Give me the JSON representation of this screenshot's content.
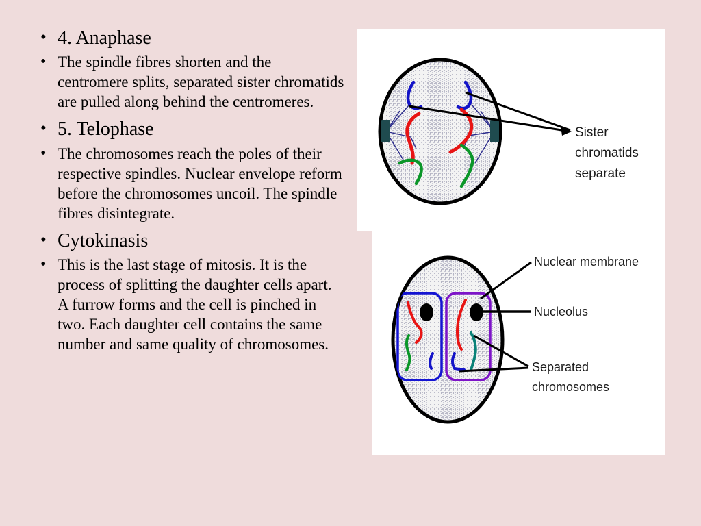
{
  "slide": {
    "background_color": "#efdcdc",
    "panel_background": "#ffffff"
  },
  "text_column": {
    "bullets": [
      {
        "level": "head",
        "text": "4. Anaphase"
      },
      {
        "level": "body",
        "text": "The spindle fibres shorten and the centromere splits, separated sister chromatids are pulled along behind the centromeres."
      },
      {
        "level": "head",
        "text": "5. Telophase"
      },
      {
        "level": "body",
        "text": "The chromosomes reach the poles of their respective spindles. Nuclear envelope reform before the chromosomes uncoil. The spindle fibres disintegrate."
      },
      {
        "level": "head",
        "text": "Cytokinasis"
      },
      {
        "level": "body",
        "text": "This is the last stage of mitosis. It is the process of splitting the daughter cells apart. A furrow forms and the cell is pinched in two. Each daughter cell contains the same number and same quality of chromosomes."
      }
    ],
    "bullet_glyph": "•"
  },
  "diagram_anaphase": {
    "title_hidden": "Anaphase cell diagram",
    "label": "Sister chromatids separate",
    "label_lines": [
      "Sister",
      "chromatids",
      "separate"
    ],
    "colors": {
      "cell_membrane": "#000000",
      "cytoplasm": "#f2f2f2",
      "speckle": "#b9b9c6",
      "centriole": "#1f4b4f",
      "spindle_fibre": "#2a2a8c",
      "chromosome_blue": "#1414c8",
      "chromosome_red": "#e81414",
      "chromosome_green": "#0a9628",
      "arrow": "#000000"
    },
    "parts": [
      "cell membrane",
      "cytoplasm",
      "centriole",
      "spindle fibres",
      "sister chromatids"
    ]
  },
  "diagram_telophase": {
    "title_hidden": "Telophase / cytokinesis cell diagram",
    "labels": [
      {
        "text": "Nuclear membrane",
        "lines": [
          "Nuclear membrane"
        ]
      },
      {
        "text": "Nucleolus",
        "lines": [
          "Nucleolus"
        ]
      },
      {
        "text": "Separated chromosomes",
        "lines": [
          "Separated",
          "chromosomes"
        ]
      }
    ],
    "colors": {
      "cell_membrane": "#000000",
      "cytoplasm": "#f2f2f2",
      "speckle": "#b9b9c6",
      "nucleus_left_outline": "#1414d2",
      "nucleus_right_outline": "#7d14c8",
      "nucleolus": "#000000",
      "chromosome_red": "#e81414",
      "chromosome_green": "#0a9628",
      "chromosome_blue": "#1414c8",
      "chromosome_teal": "#0a8278",
      "arrow": "#000000"
    },
    "parts": [
      "cell membrane",
      "cytoplasm",
      "nuclear membrane",
      "nucleolus",
      "separated chromosomes"
    ]
  }
}
